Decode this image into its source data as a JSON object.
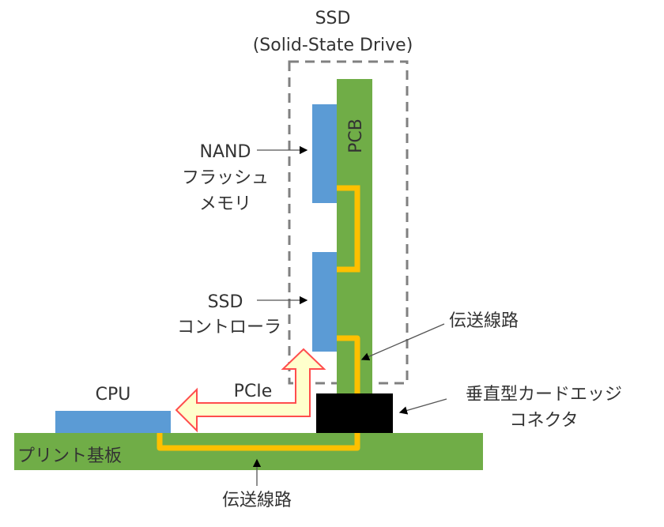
{
  "ssd": {
    "title": "SSD",
    "subtitle": "(Solid-State Drive)",
    "pcb_label": "PCB"
  },
  "labels": {
    "nand": [
      "NAND",
      "フラッシュ",
      "メモリ"
    ],
    "controller": [
      "SSD",
      "コントローラ"
    ],
    "transmission_line_top": "伝送線路",
    "connector": [
      "垂直型カードエッジ",
      "コネクタ"
    ],
    "cpu": "CPU",
    "pcie": "PCIe",
    "board": "プリント基板",
    "transmission_line_bottom": "伝送線路"
  },
  "colors": {
    "pcb": "#70ad47",
    "chip": "#5b9bd5",
    "trace": "#ffc000",
    "connector": "#000000",
    "arrow_fill": "#ffffcc",
    "arrow_stroke": "#ff4d4d",
    "dash": "#808080"
  }
}
